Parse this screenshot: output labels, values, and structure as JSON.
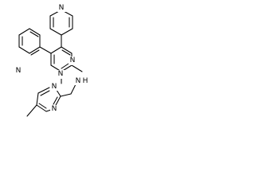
{
  "molecule": {
    "atoms": {
      "n_pyridine_top": "N",
      "n_pyrimidine_upper": "N",
      "n_pyrimidine_lower": "N",
      "n_pyridine_left": "N",
      "n_amine": "N",
      "h_amine": "H",
      "n_pyrimidine2_upper": "N",
      "n_pyrimidine2_lower": "N"
    }
  }
}
